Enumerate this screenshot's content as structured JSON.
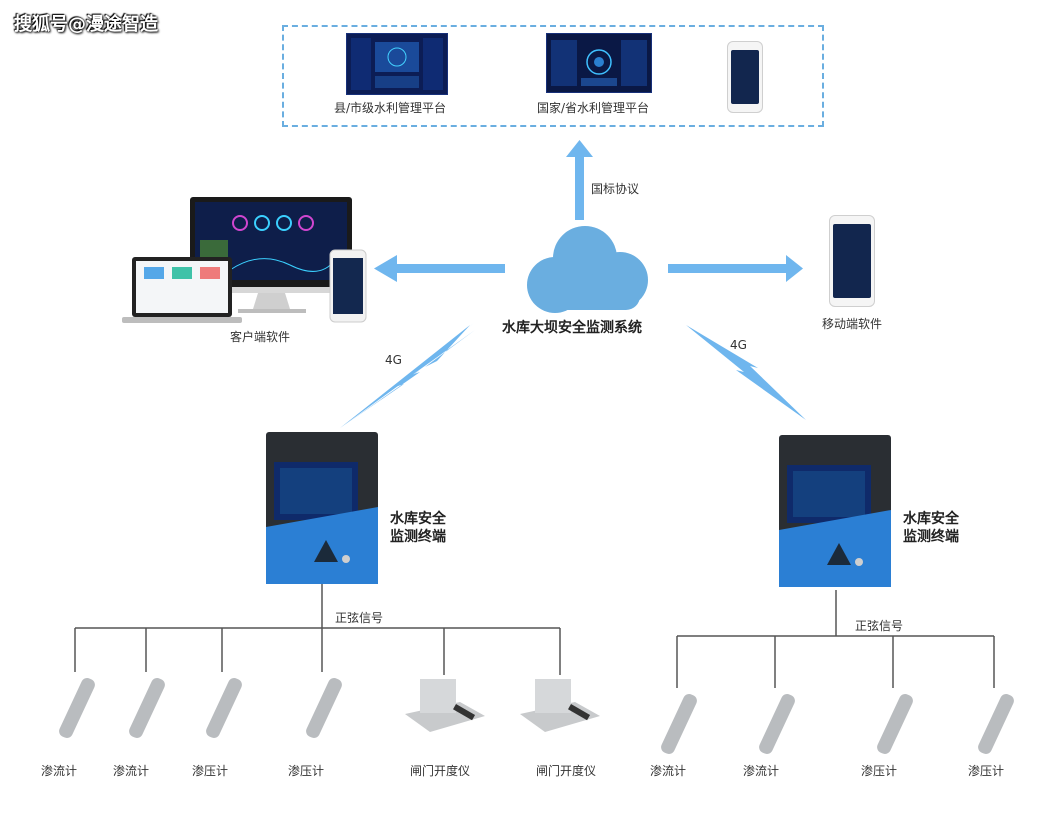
{
  "watermark": "搜狐号@漫途智造",
  "platforms": {
    "county": "县/市级水利管理平台",
    "national": "国家/省水利管理平台"
  },
  "protocol": "国标协议",
  "system_title": "水库大坝安全监测系统",
  "client_software": "客户端软件",
  "mobile_software": "移动端软件",
  "link_left": "4G",
  "link_right": "4G",
  "terminal_left": {
    "line1": "水库安全",
    "line2": "监测终端"
  },
  "terminal_right": {
    "line1": "水库安全",
    "line2": "监测终端"
  },
  "signal_left": "正弦信号",
  "signal_right": "正弦信号",
  "devices_left": [
    "渗流计",
    "渗流计",
    "渗压计",
    "渗压计",
    "闸门开度仪",
    "闸门开度仪"
  ],
  "devices_right": [
    "渗流计",
    "渗流计",
    "渗压计",
    "渗压计"
  ],
  "colors": {
    "arrow": "#6fb6ee",
    "cloud": "#6aaee0",
    "terminal_blue": "#2b7fd4",
    "dashed_border": "#6aaee0"
  }
}
